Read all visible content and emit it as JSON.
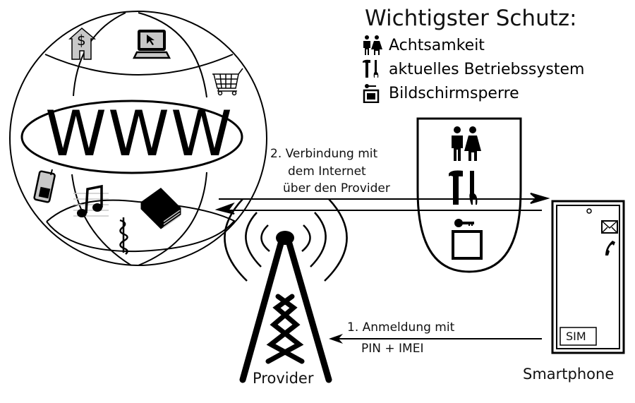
{
  "legend": {
    "title": "Wichtigster Schutz:",
    "items": [
      {
        "icon": "people-icon",
        "label": "Achtsamkeit"
      },
      {
        "icon": "tools-icon",
        "label": "aktuelles Betriebssystem"
      },
      {
        "icon": "lock-screen-icon",
        "label": "Bildschirmsperre"
      }
    ]
  },
  "globe": {
    "label": "WWW",
    "icons": [
      "house-dollar-icon",
      "laptop-icon",
      "shopping-cart-icon",
      "mobile-phone-icon",
      "music-note-icon",
      "caduceus-icon",
      "books-icon"
    ]
  },
  "connection": {
    "step2_lines": [
      "2. Verbindung mit",
      "dem Internet",
      "über den Provider"
    ],
    "step1_lines": [
      "1. Anmeldung mit",
      "PIN + IMEI"
    ]
  },
  "provider": {
    "label": "Provider"
  },
  "smartphone": {
    "label": "Smartphone",
    "sim_label": "SIM"
  },
  "colors": {
    "icon_gray": "#c8c8c8",
    "line": "#000000"
  }
}
